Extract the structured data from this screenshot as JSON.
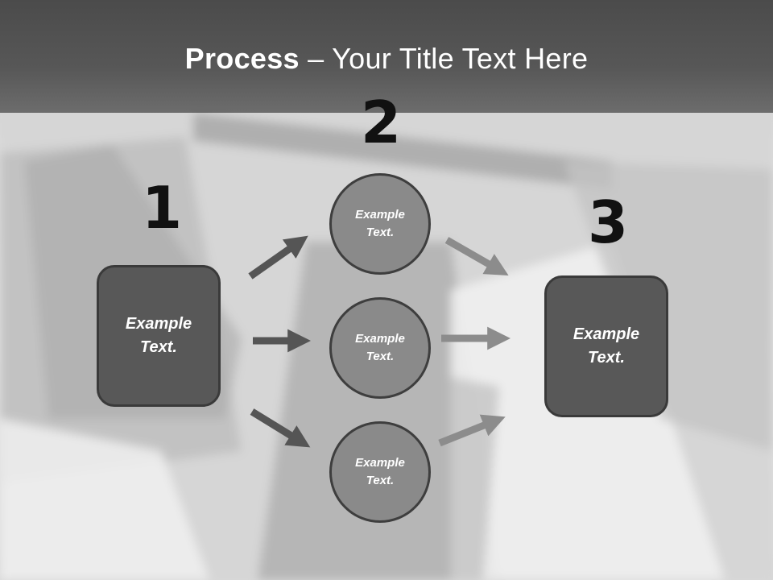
{
  "title": {
    "bold": "Process",
    "rest": " – Your Title Text Here"
  },
  "steps": [
    {
      "number": "1",
      "label": "Example Text."
    },
    {
      "number": "2",
      "items": [
        "Example Text.",
        "Example Text.",
        "Example Text."
      ]
    },
    {
      "number": "3",
      "label": "Example Text."
    }
  ],
  "colors": {
    "title_bar": "#4b4b4b",
    "box_fill": "#585858",
    "circle_fill": "#8a8a8a",
    "arrow_dark": "#555555",
    "arrow_light": "#8c8c8c"
  }
}
